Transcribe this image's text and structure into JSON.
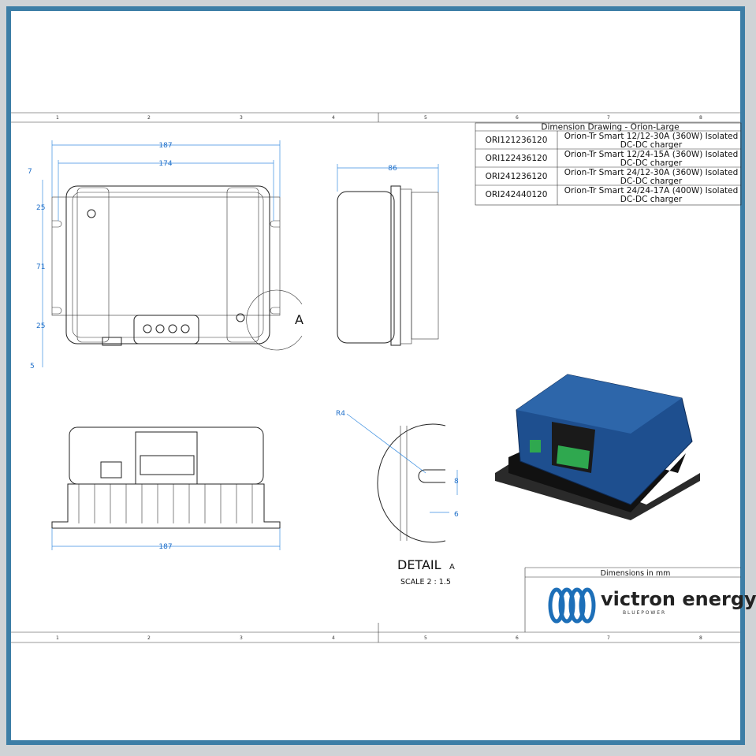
{
  "zones": [
    "1",
    "2",
    "3",
    "4",
    "5",
    "6",
    "7",
    "8"
  ],
  "table": {
    "title": "Dimension Drawing - Orion-Large",
    "rows": [
      {
        "code": "ORI121236120",
        "line1": "Orion-Tr Smart 12/12-30A (360W) Isolated",
        "line2": "DC-DC charger"
      },
      {
        "code": "ORI122436120",
        "line1": "Orion-Tr Smart 12/24-15A (360W) Isolated",
        "line2": "DC-DC charger"
      },
      {
        "code": "ORI241236120",
        "line1": "Orion-Tr Smart 24/12-30A (360W) Isolated",
        "line2": "DC-DC charger"
      },
      {
        "code": "ORI242440120",
        "line1": "Orion-Tr Smart 24/24-17A (400W) Isolated",
        "line2": "DC-DC charger"
      }
    ]
  },
  "dimensions": {
    "overall_width": "187",
    "hole_spacing": "174",
    "depth": "86",
    "top_offset": "7",
    "top_margin": "25",
    "slot_spacing": "71",
    "bottom_margin": "25",
    "bottom_offset": "5",
    "bottom_width": "187",
    "radius": "R4",
    "slot_height": "8",
    "slot_depth": "6"
  },
  "detail": {
    "marker": "A",
    "title": "DETAIL",
    "title_marker": "A",
    "scale": "SCALE 2 : 1.5"
  },
  "title_block": {
    "units": "Dimensions in mm",
    "brand": "victron energy",
    "tagline": "B L U E   P O W E R"
  },
  "colors": {
    "dimension": "#1f6fc9",
    "brand_blue": "#1d6fb8",
    "frame": "#3d7ea6",
    "product_blue": "#1e4f8f"
  }
}
